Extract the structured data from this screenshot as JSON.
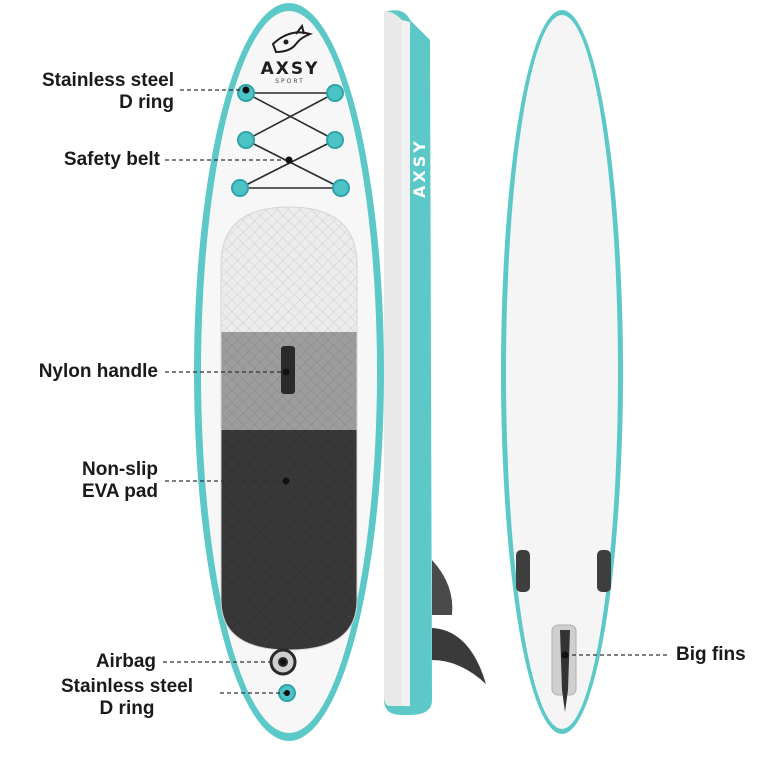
{
  "colors": {
    "teal": "#5cc8c8",
    "teal_dark": "#3fb0b3",
    "board_white": "#f6f6f6",
    "pad_light": "#e6e6e6",
    "pad_mid": "#9e9e9e",
    "pad_dark": "#3a3a3a",
    "label_text": "#1a1a1a"
  },
  "logo": {
    "brand": "AXSY",
    "subtitle": "SPORT",
    "icon": "shark-fish-icon"
  },
  "labels": {
    "d_ring_top": [
      "Stainless steel",
      "D ring"
    ],
    "safety_belt": "Safety belt",
    "nylon_handle": "Nylon handle",
    "non_slip_pad": [
      "Non-slip",
      "EVA pad"
    ],
    "airbag": "Airbag",
    "d_ring_bottom": [
      "Stainless steel",
      "D ring"
    ],
    "big_fins": "Big fins"
  },
  "side_view_brand": "AXSY"
}
